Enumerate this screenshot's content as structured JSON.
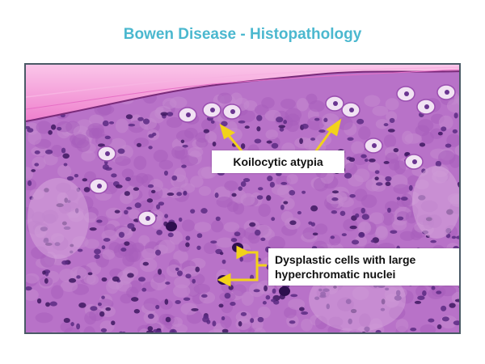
{
  "title": "Bowen Disease - Histopathology",
  "colors": {
    "title": "#4bb8cf",
    "arrow": "#f2d21a",
    "border": "#4a5a66",
    "tissue_base": "#b46bc4",
    "stratum_corneum": "#f59ad6",
    "nucleus": "#4a1e6e"
  },
  "labels": {
    "koilocytic": "Koilocytic atypia",
    "dysplastic_line1": "Dysplastic cells with large",
    "dysplastic_line2": "hyperchromatic nuclei"
  }
}
